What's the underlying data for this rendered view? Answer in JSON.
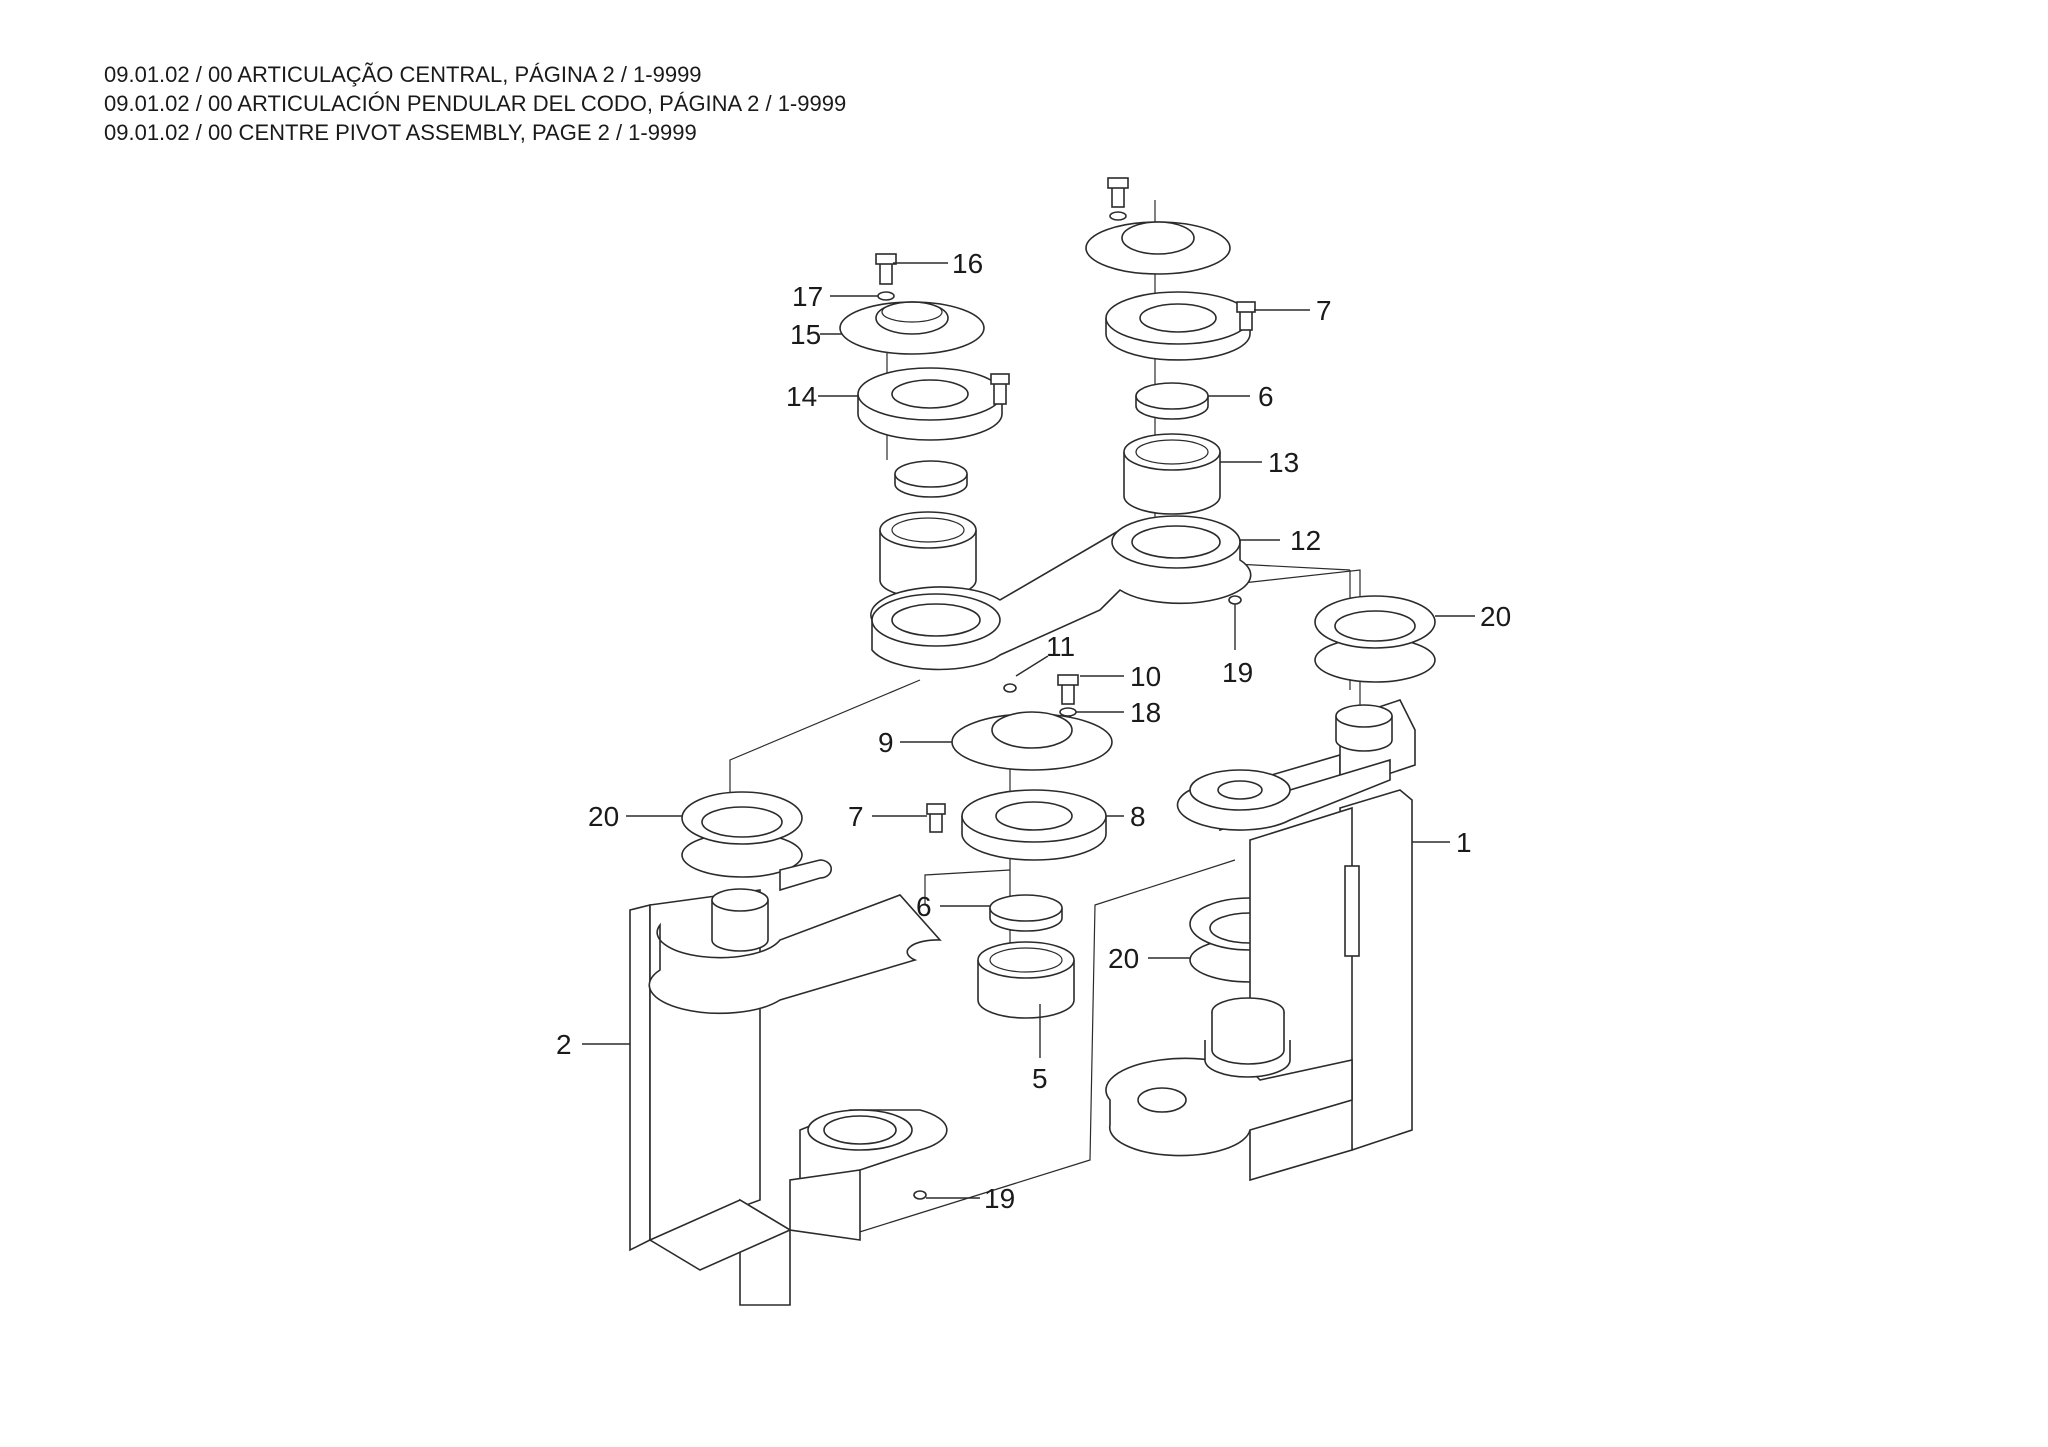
{
  "header": {
    "lines": [
      "09.01.02 / 00 ARTICULAÇÃO CENTRAL, PÁGINA 2 / 1-9999",
      "09.01.02 / 00 ARTICULACIÓN PENDULAR DEL CODO, PÁGINA 2 / 1-9999",
      "09.01.02 / 00 CENTRE PIVOT ASSEMBLY, PAGE 2 / 1-9999"
    ]
  },
  "callouts": [
    {
      "id": "c16",
      "text": "16"
    },
    {
      "id": "c17",
      "text": "17"
    },
    {
      "id": "c15",
      "text": "15"
    },
    {
      "id": "c14",
      "text": "14"
    },
    {
      "id": "c7a",
      "text": "7"
    },
    {
      "id": "c6a",
      "text": "6"
    },
    {
      "id": "c13",
      "text": "13"
    },
    {
      "id": "c12",
      "text": "12"
    },
    {
      "id": "c20a",
      "text": "20"
    },
    {
      "id": "c11",
      "text": "11"
    },
    {
      "id": "c10",
      "text": "10"
    },
    {
      "id": "c18",
      "text": "18"
    },
    {
      "id": "c19a",
      "text": "19"
    },
    {
      "id": "c9",
      "text": "9"
    },
    {
      "id": "c20b",
      "text": "20"
    },
    {
      "id": "c7b",
      "text": "7"
    },
    {
      "id": "c8",
      "text": "8"
    },
    {
      "id": "c1",
      "text": "1"
    },
    {
      "id": "c6b",
      "text": "6"
    },
    {
      "id": "c20c",
      "text": "20"
    },
    {
      "id": "c2",
      "text": "2"
    },
    {
      "id": "c5",
      "text": "5"
    },
    {
      "id": "c19b",
      "text": "19"
    }
  ]
}
